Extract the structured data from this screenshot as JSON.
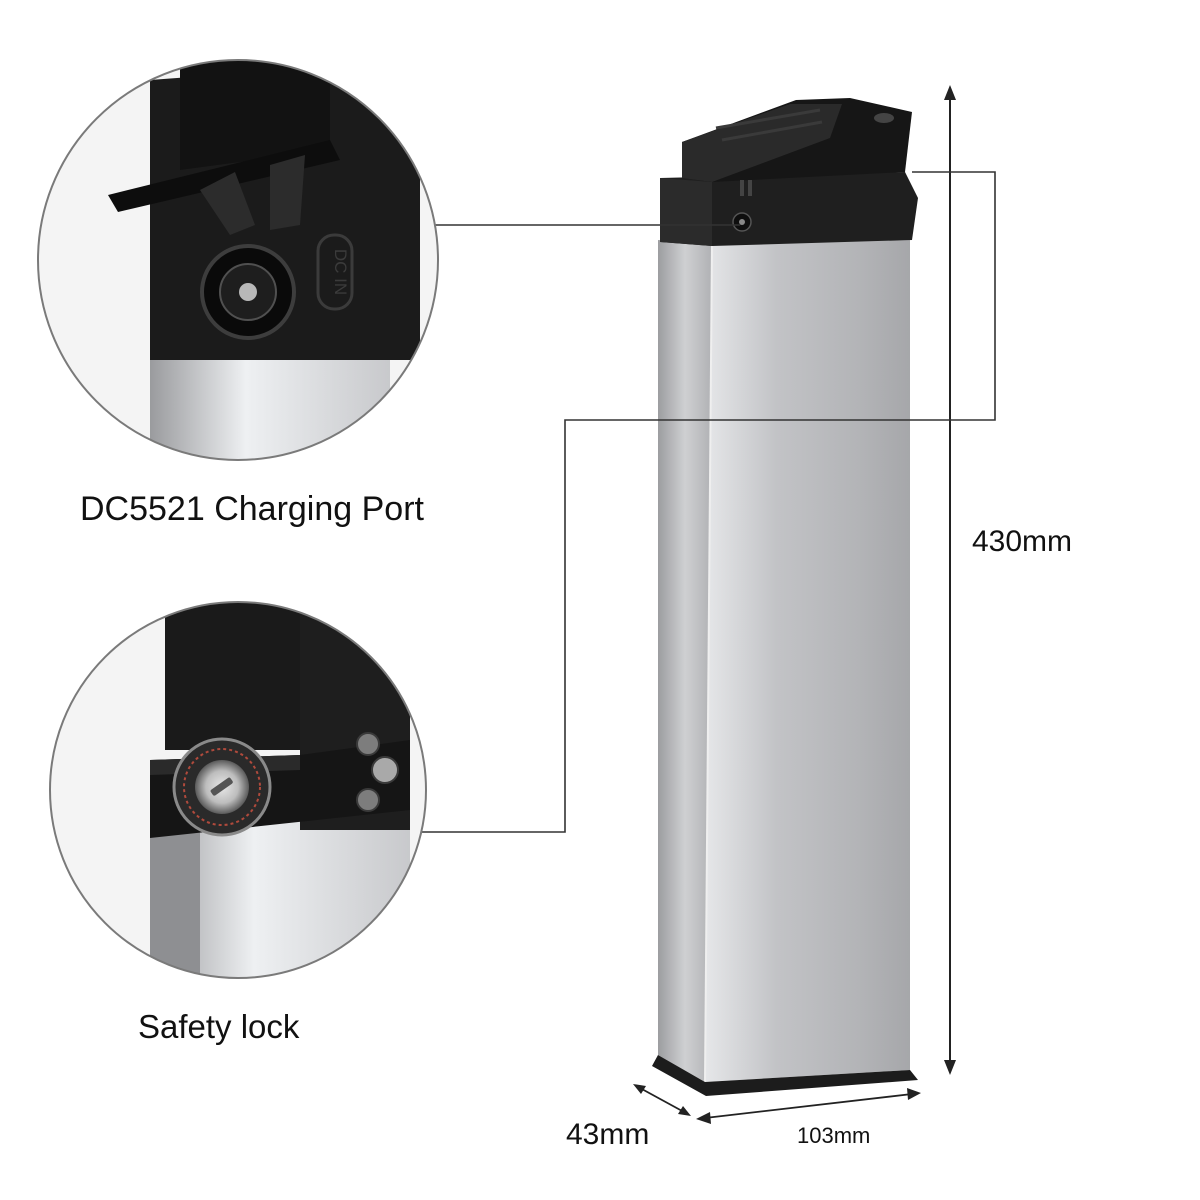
{
  "callouts": {
    "charging_port_label": "DC5521 Charging Port",
    "safety_lock_label": "Safety lock",
    "port_marking": "DC IN"
  },
  "dimensions": {
    "height_label": "430mm",
    "depth_label": "43mm",
    "width_label": "103mm"
  },
  "colors": {
    "background": "#ffffff",
    "casing_silver": "#c9cacc",
    "cap_black": "#1a1a1a",
    "leader_line": "#333333",
    "circle_border": "#777777"
  }
}
